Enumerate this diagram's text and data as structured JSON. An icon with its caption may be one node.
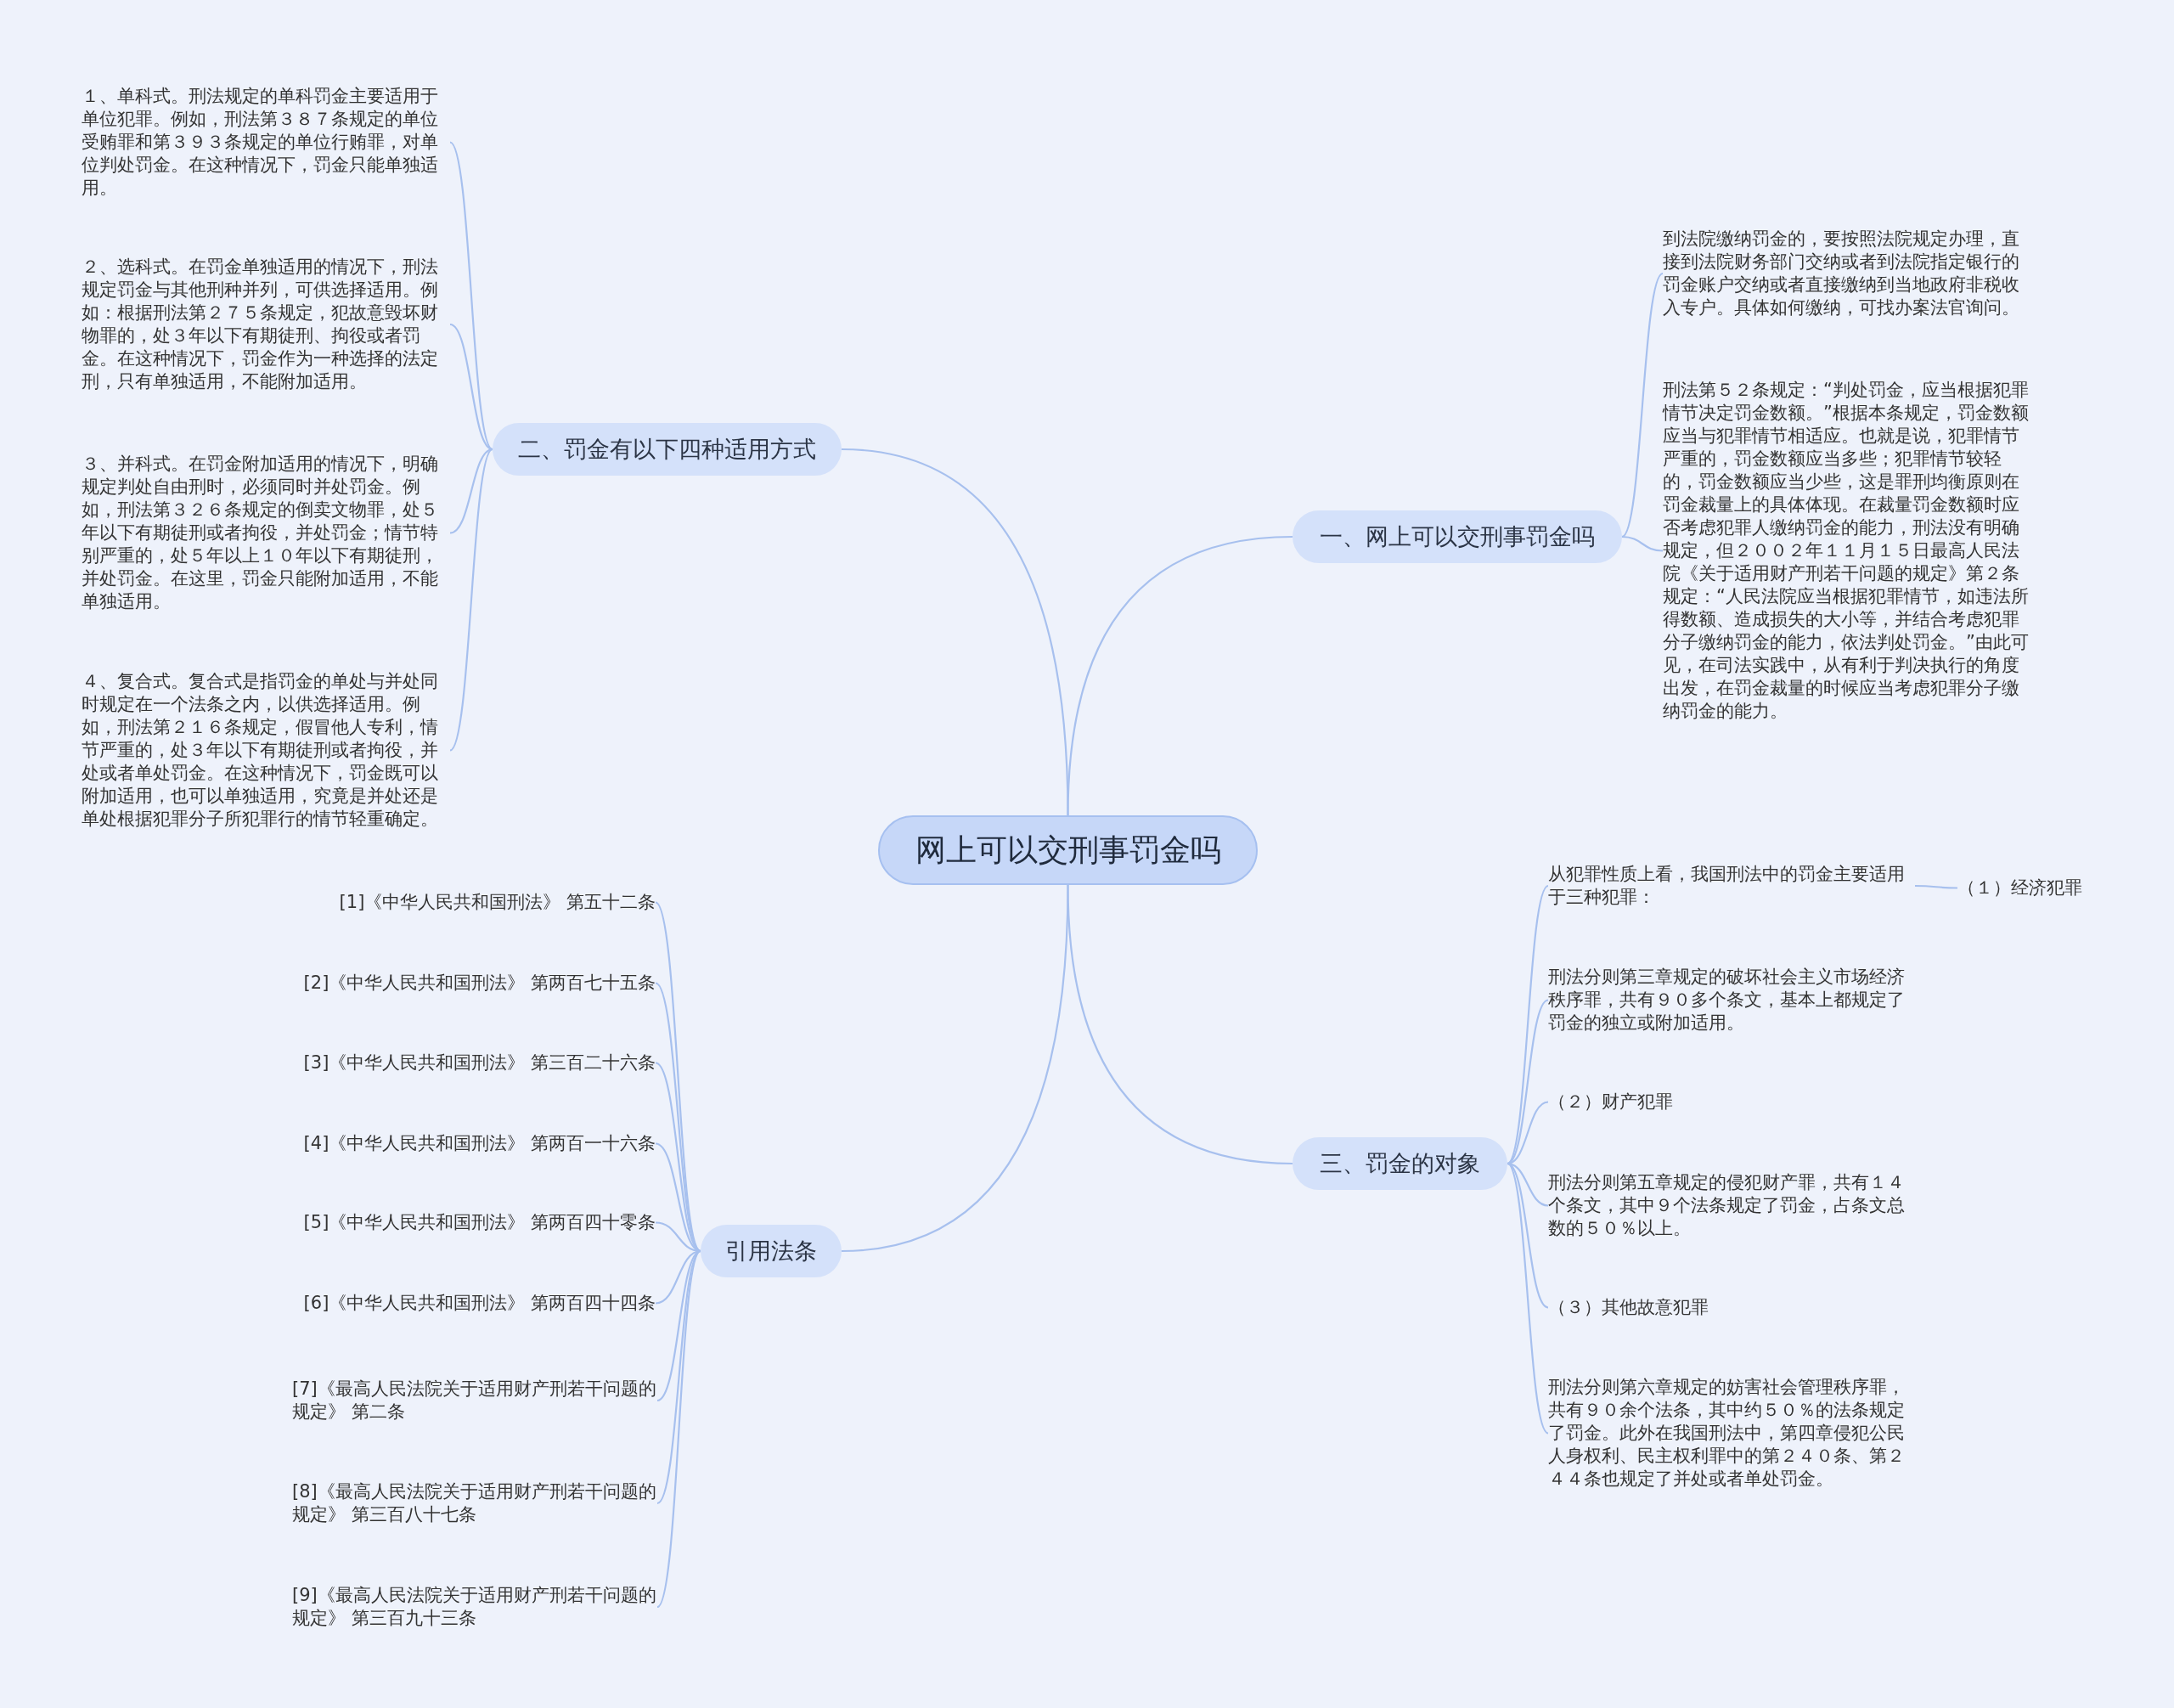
{
  "diagram": {
    "nodes": [
      {
        "text": [
          "网上可以交刑事罚金吗"
        ]
      },
      {
        "text": [
          "一、网上可以交刑事罚金吗"
        ]
      },
      {
        "text": [
          "到法院缴纳罚金的，要按照法院规定办理，直接到法院财务部门交纳或者到法院指定银行的罚金账户交纳或者直接缴纳到当地政府非税收入专户。具体如何缴纳，可找办案法官询问。"
        ]
      },
      {
        "text": [
          "刑法第５２条规定：“判处罚金，应当根据犯罪情节决定罚金数额。”根据本条规定，罚金数额应当与犯罪情节相适应。也就是说，犯罪情节严重的，罚金数额应当多些；犯罪情节较轻的，罚金数额应当少些，这是罪刑均衡原则在罚金裁量上的具体体现。在裁量罚金数额时应否考虑犯罪人缴纳罚金的能力，刑法没有明确规定，但２００２年１１月１５日最高人民法院《关于适用财产刑若干问题的规定》第２条规定：“人民法院应当根据犯罪情节，如违法所得数额、造成损失的大小等，并结合考虑犯罪分子缴纳罚金的能力，依法判处罚金。”由此可见，在司法实践中，从有利于判决执行的角度出发，在罚金裁量的时候应当考虑犯罪分子缴纳罚金的能力。"
        ]
      },
      {
        "text": [
          "二、罚金有以下四种适用方式"
        ]
      },
      {
        "text": [
          "１、单科式。刑法规定的单科罚金主要适用于单位犯罪。例如，刑法第３８７条规定的单位受贿罪和第３９３条规定的单位行贿罪，对单位判处罚金。在这种情况下，罚金只能单独适用。"
        ]
      },
      {
        "text": [
          "２、选科式。在罚金单独适用的情况下，刑法规定罚金与其他刑种并列，可供选择适用。例如：根据刑法第２７５条规定，犯故意毁坏财物罪的，处３年以下有期徒刑、拘役或者罚金。在这种情况下，罚金作为一种选择的法定刑，只有单独适用，不能附加适用。"
        ]
      },
      {
        "text": [
          "３、并科式。在罚金附加适用的情况下，明确规定判处自由刑时，必须同时并处罚金。例如，刑法第３２６条规定的倒卖文物罪，处５年以下有期徒刑或者拘役，并处罚金；情节特别严重的，处５年以上１０年以下有期徒刑，并处罚金。在这里，罚金只能附加适用，不能单独适用。"
        ]
      },
      {
        "text": [
          "４、复合式。复合式是指罚金的单处与并处同时规定在一个法条之内，以供选择适用。例如，刑法第２１６条规定，假冒他人专利，情节严重的，处３年以下有期徒刑或者拘役，并处或者单处罚金。在这种情况下，罚金既可以附加适用，也可以单独适用，究竟是并处还是单处根据犯罪分子所犯罪行的情节轻重确定。"
        ]
      },
      {
        "text": [
          "三、罚金的对象"
        ]
      },
      {
        "text": [
          "从犯罪性质上看，我国刑法中的罚金主要适用于三种犯罪："
        ]
      },
      {
        "text": [
          "（１）经济犯罪"
        ]
      },
      {
        "text": [
          "刑法分则第三章规定的破坏社会主义市场经济秩序罪，共有９０多个条文，基本上都规定了罚金的独立或附加适用。"
        ]
      },
      {
        "text": [
          "（２）财产犯罪"
        ]
      },
      {
        "text": [
          "刑法分则第五章规定的侵犯财产罪，共有１４个条文，其中９个法条规定了罚金，占条文总数的５０％以上。"
        ]
      },
      {
        "text": [
          "（３）其他故意犯罪"
        ]
      },
      {
        "text": [
          "刑法分则第六章规定的妨害社会管理秩序罪，共有９０余个法条，其中约５０％的法条规定了罚金。此外在我国刑法中，第四章侵犯公民人身权利、民主权利罪中的第２４０条、第２４４条也规定了并处或者单处罚金。"
        ]
      },
      {
        "text": [
          "引用法条"
        ]
      },
      {
        "text": [
          "[1]《中华人民共和国刑法》 第五十二条"
        ]
      },
      {
        "text": [
          "[2]《中华人民共和国刑法》 第两百七十五条"
        ]
      },
      {
        "text": [
          "[3]《中华人民共和国刑法》 第三百二十六条"
        ]
      },
      {
        "text": [
          "[4]《中华人民共和国刑法》 第两百一十六条"
        ]
      },
      {
        "text": [
          "[5]《中华人民共和国刑法》 第两百四十零条"
        ]
      },
      {
        "text": [
          "[6]《中华人民共和国刑法》 第两百四十四条"
        ]
      },
      {
        "text": [
          "[7]《最高人民法院关于适用财产刑若干问题的规定》 第二条"
        ]
      },
      {
        "text": [
          "[8]《最高人民法院关于适用财产刑若干问题的规定》 第三百八十七条"
        ]
      },
      {
        "text": [
          "[9]《最高人民法院关于适用财产刑若干问题的规定》 第三百九十三条"
        ]
      }
    ],
    "edges": [
      {
        "from": 0,
        "to": 1,
        "arrow": "none"
      },
      {
        "from": 1,
        "to": 2,
        "arrow": "none"
      },
      {
        "from": 1,
        "to": 3,
        "arrow": "none"
      },
      {
        "from": 0,
        "to": 4,
        "arrow": "none"
      },
      {
        "from": 4,
        "to": 5,
        "arrow": "none"
      },
      {
        "from": 4,
        "to": 6,
        "arrow": "none"
      },
      {
        "from": 4,
        "to": 7,
        "arrow": "none"
      },
      {
        "from": 4,
        "to": 8,
        "arrow": "none"
      },
      {
        "from": 0,
        "to": 9,
        "arrow": "none"
      },
      {
        "from": 9,
        "to": 10,
        "arrow": "none"
      },
      {
        "from": 10,
        "to": 11,
        "arrow": "none"
      },
      {
        "from": 9,
        "to": 12,
        "arrow": "none"
      },
      {
        "from": 9,
        "to": 13,
        "arrow": "none"
      },
      {
        "from": 9,
        "to": 14,
        "arrow": "none"
      },
      {
        "from": 9,
        "to": 15,
        "arrow": "none"
      },
      {
        "from": 9,
        "to": 16,
        "arrow": "none"
      },
      {
        "from": 0,
        "to": 17,
        "arrow": "none"
      },
      {
        "from": 17,
        "to": 18,
        "arrow": "none"
      },
      {
        "from": 17,
        "to": 19,
        "arrow": "none"
      },
      {
        "from": 17,
        "to": 20,
        "arrow": "none"
      },
      {
        "from": 17,
        "to": 21,
        "arrow": "none"
      },
      {
        "from": 17,
        "to": 22,
        "arrow": "none"
      },
      {
        "from": 17,
        "to": 23,
        "arrow": "none"
      },
      {
        "from": 17,
        "to": 24,
        "arrow": "none"
      },
      {
        "from": 17,
        "to": 25,
        "arrow": "none"
      },
      {
        "from": 17,
        "to": 26,
        "arrow": "none"
      }
    ]
  }
}
